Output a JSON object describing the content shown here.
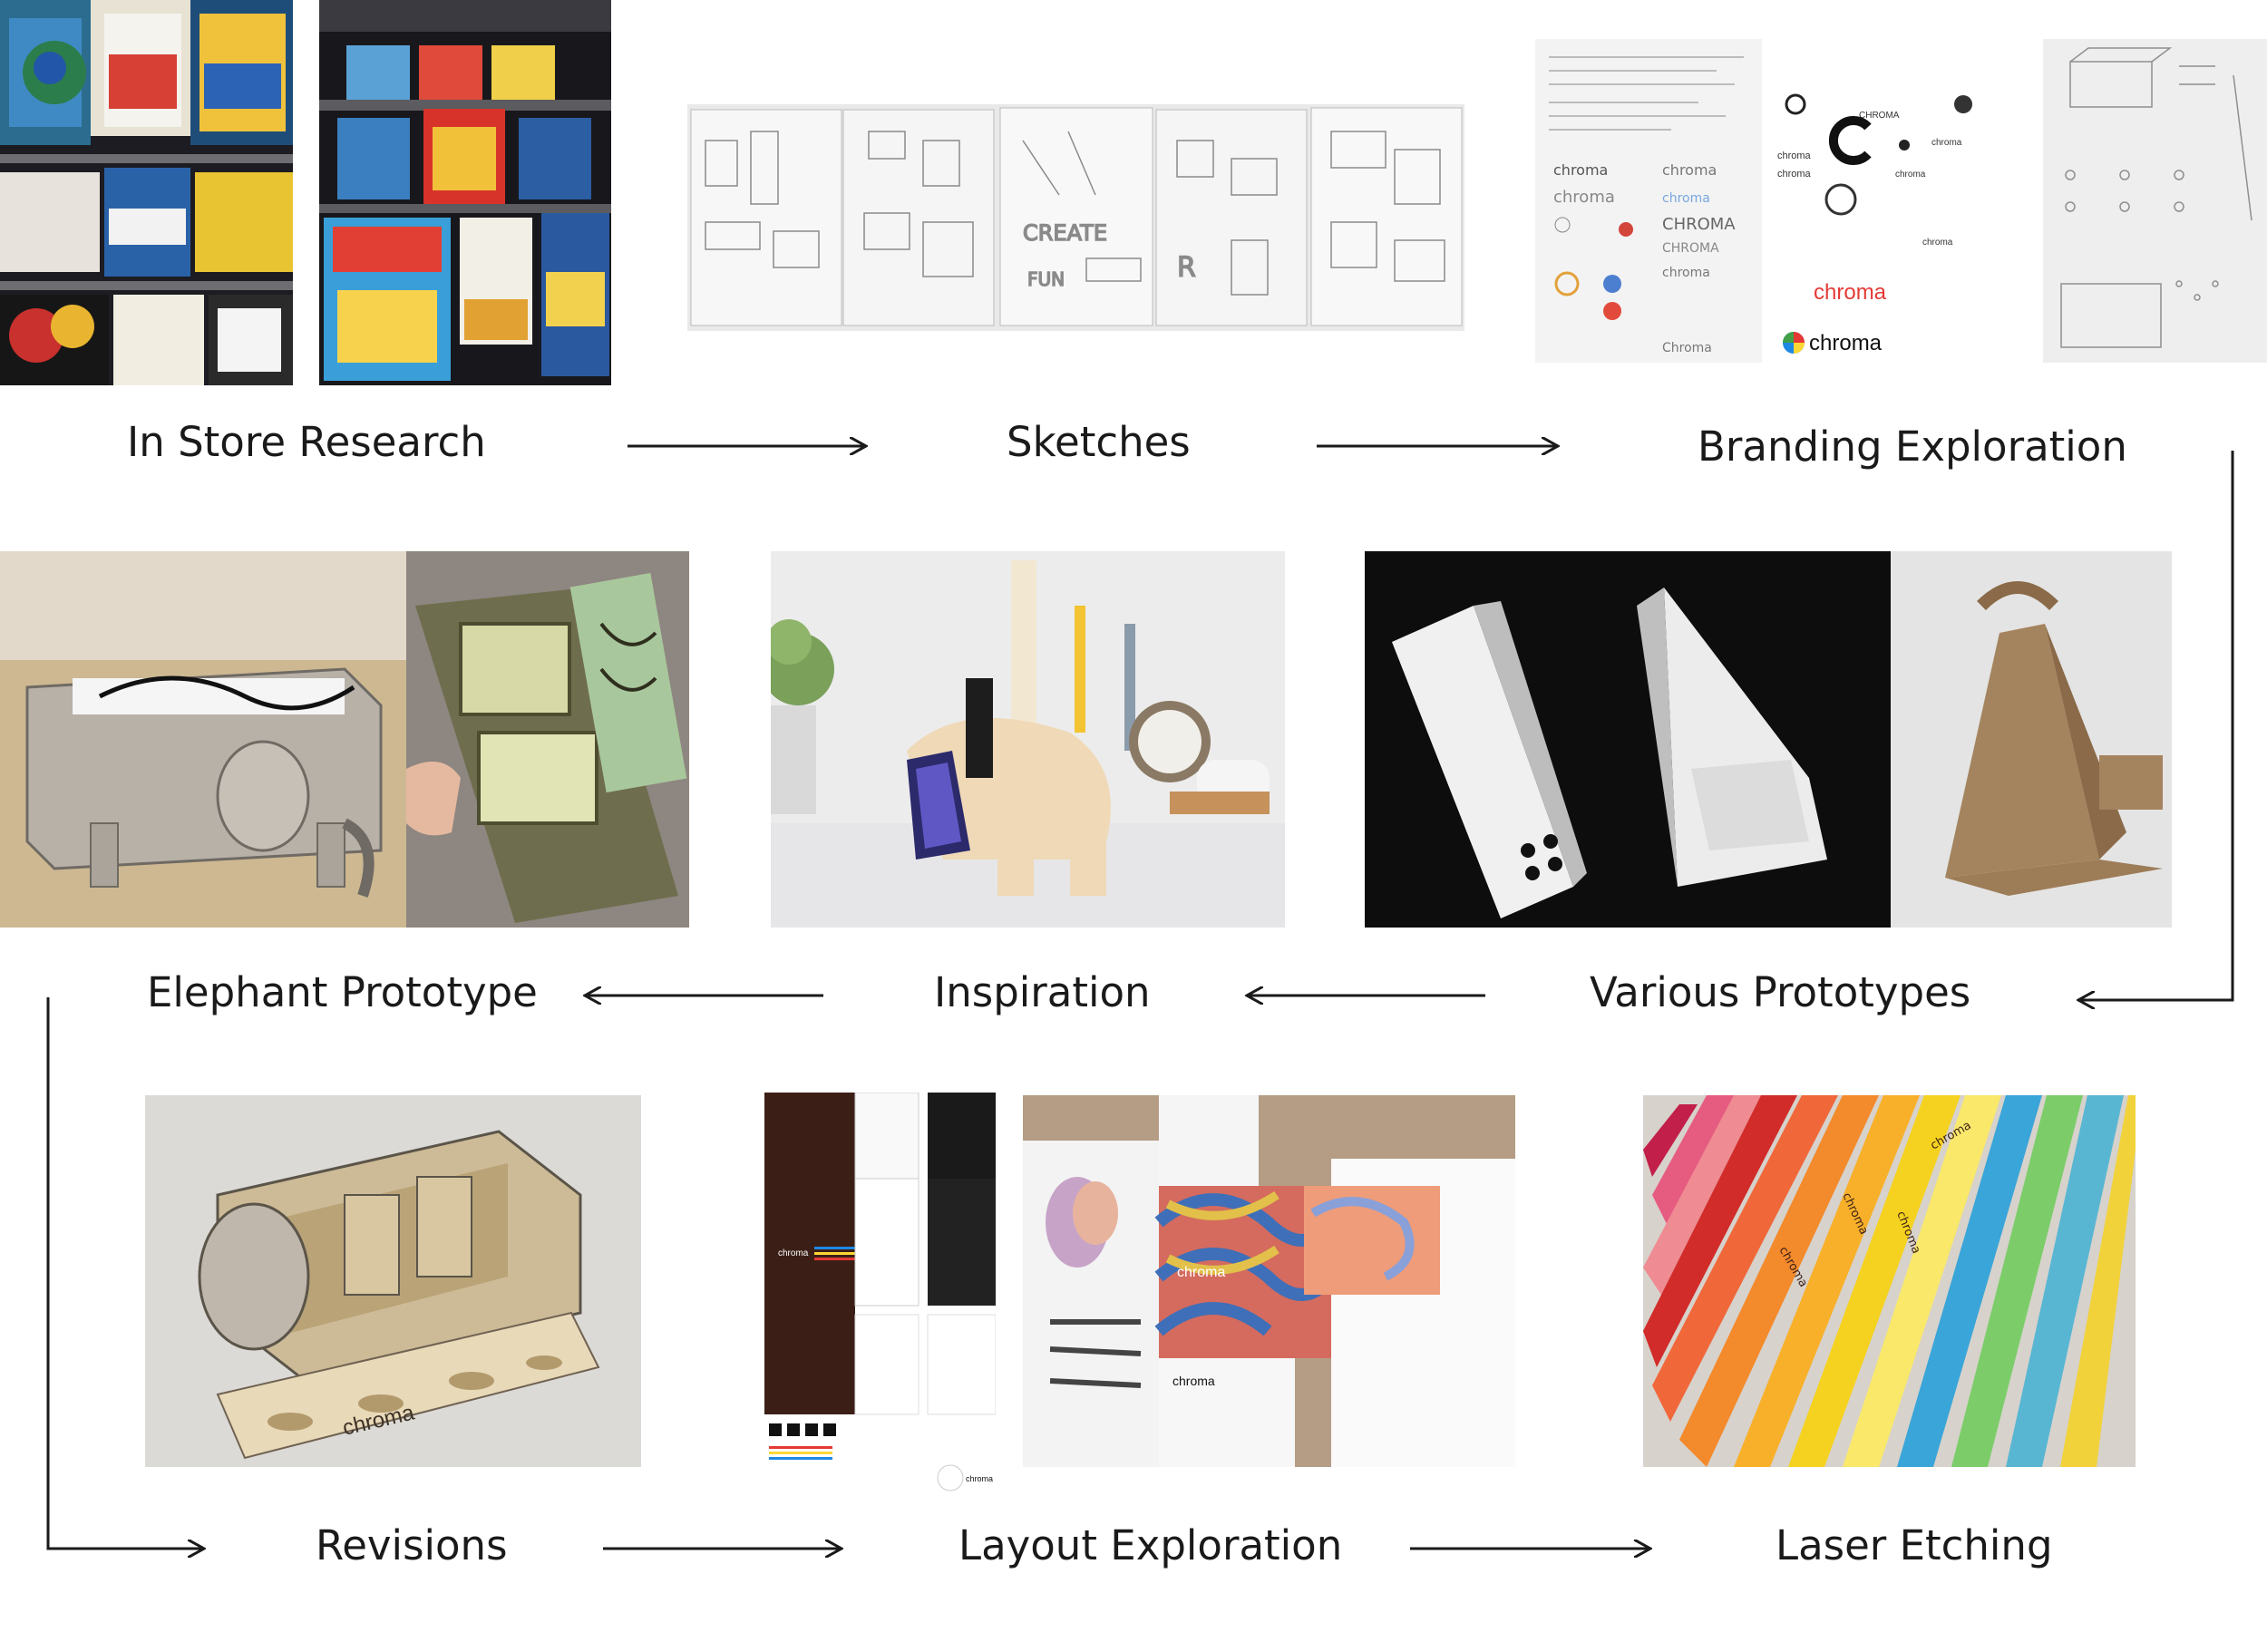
{
  "steps": {
    "in_store_research": "In Store Research",
    "sketches": "Sketches",
    "branding_exploration": "Branding Exploration",
    "elephant_prototype": "Elephant Prototype",
    "inspiration": "Inspiration",
    "various_prototypes": "Various Prototypes",
    "revisions": "Revisions",
    "layout_exploration": "Layout Exploration",
    "laser_etching": "Laser Etching"
  },
  "brand": {
    "name": "chroma",
    "name_caps": "CHROMA",
    "rainbow": [
      "#e53935",
      "#fb8c00",
      "#fdd835",
      "#43a047",
      "#1e88e5",
      "#8e24aa"
    ]
  },
  "colors": {
    "text": "#1a1a1a",
    "arrow": "#1a1a1a",
    "plywood": "#cdb892",
    "paper": "#f4f4f4",
    "dark_bg": "#0d0d0d",
    "packaging_brown": "#3b1f16"
  }
}
